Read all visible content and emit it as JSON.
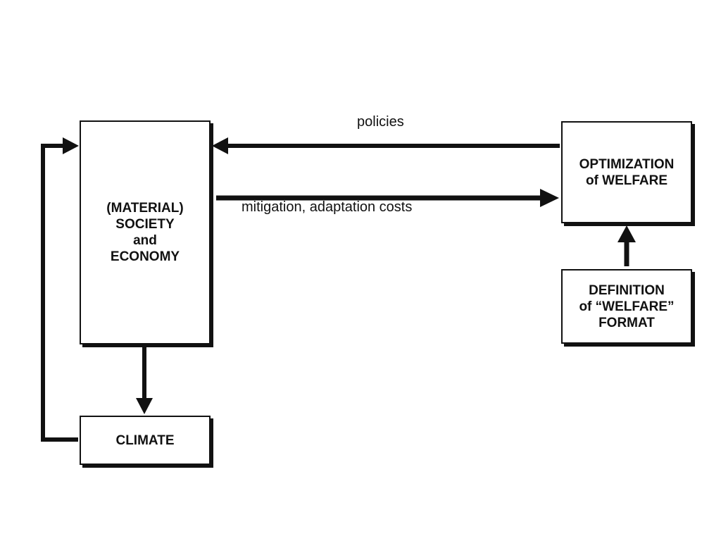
{
  "nodes": {
    "society": "(MATERIAL)\nSOCIETY\nand\nECONOMY",
    "climate": "CLIMATE",
    "optimization": "OPTIMIZATION\nof WELFARE",
    "definition": "DEFINITION\nof “WELFARE”\nFORMAT"
  },
  "edges": {
    "policies": "policies",
    "costs": "mitigation, adaptation costs"
  },
  "colors": {
    "line": "#111111",
    "background": "#ffffff"
  }
}
